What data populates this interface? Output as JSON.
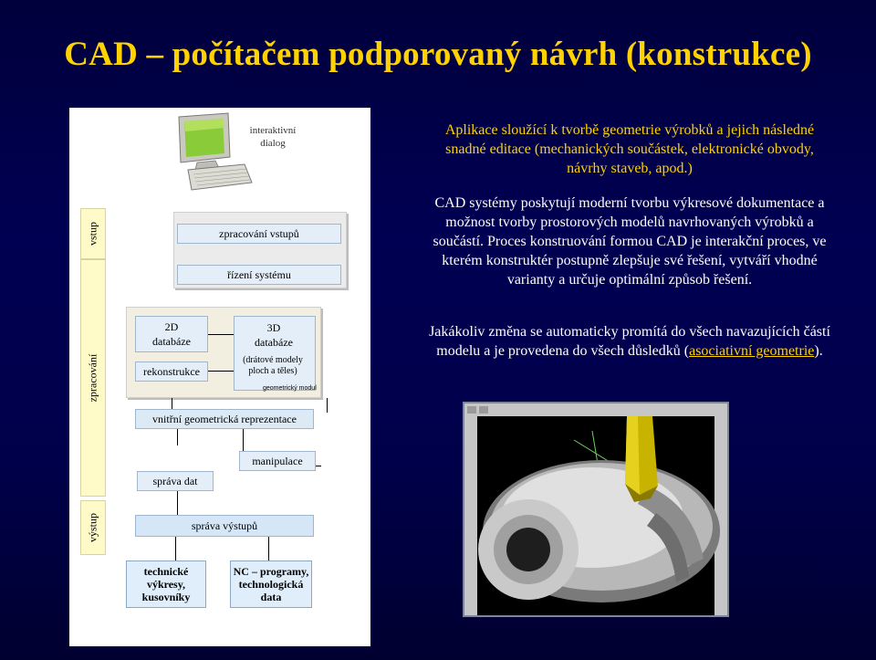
{
  "title": "CAD – počítačem podporovaný návrh (konstrukce)",
  "paragraphs": {
    "p1": "Aplikace sloužící k tvorbě geometrie výrobků a jejich následné snadné editace (mechanických součástek, elektronické obvody, návrhy staveb, apod.)",
    "p2": "CAD systémy poskytují moderní tvorbu výkresové dokumentace a možnost tvorby prostorových modelů navrhovaných výrobků a součástí. Proces konstruování formou CAD je interakční proces, ve kterém konstruktér postupně zlepšuje své řešení, vytváří vhodné varianty a určuje optimální způsob řešení.",
    "p3_before": "Jakákoliv změna se automaticky promítá do všech navazujících částí modelu a je provedena do všech důsledků (",
    "p3_link": "asociativní geometrie",
    "p3_after": ")."
  },
  "diagram": {
    "monitor_label": "interaktivní dialog",
    "bands": {
      "input": "vstup",
      "processing": "zpracování",
      "output": "výstup"
    },
    "boxes": {
      "input_processing": "zpracování vstupů",
      "system_control": "řízení systému",
      "db2d_line1": "2D",
      "db2d_line2": "databáze",
      "reconstruction": "rekonstrukce",
      "db3d_line1": "3D",
      "db3d_line2": "databáze",
      "db3d_detail": "(drátové modely ploch a těles)",
      "geometric_module": "geometrický modul",
      "internal_representation": "vnitřní geometrická reprezentace",
      "manipulation": "manipulace",
      "data_management": "správa dat",
      "output_management": "správa výstupů",
      "technical_drawings": "technické výkresy, kusovníky",
      "nc_programs": "NC – programy, technologická data"
    }
  },
  "colors": {
    "background": "#000052",
    "title": "#ffd200",
    "highlight_text": "#ffd200",
    "body_text": "#ffffff",
    "band_fill": "#fffbc8",
    "box_fill": "#e3eef8"
  }
}
